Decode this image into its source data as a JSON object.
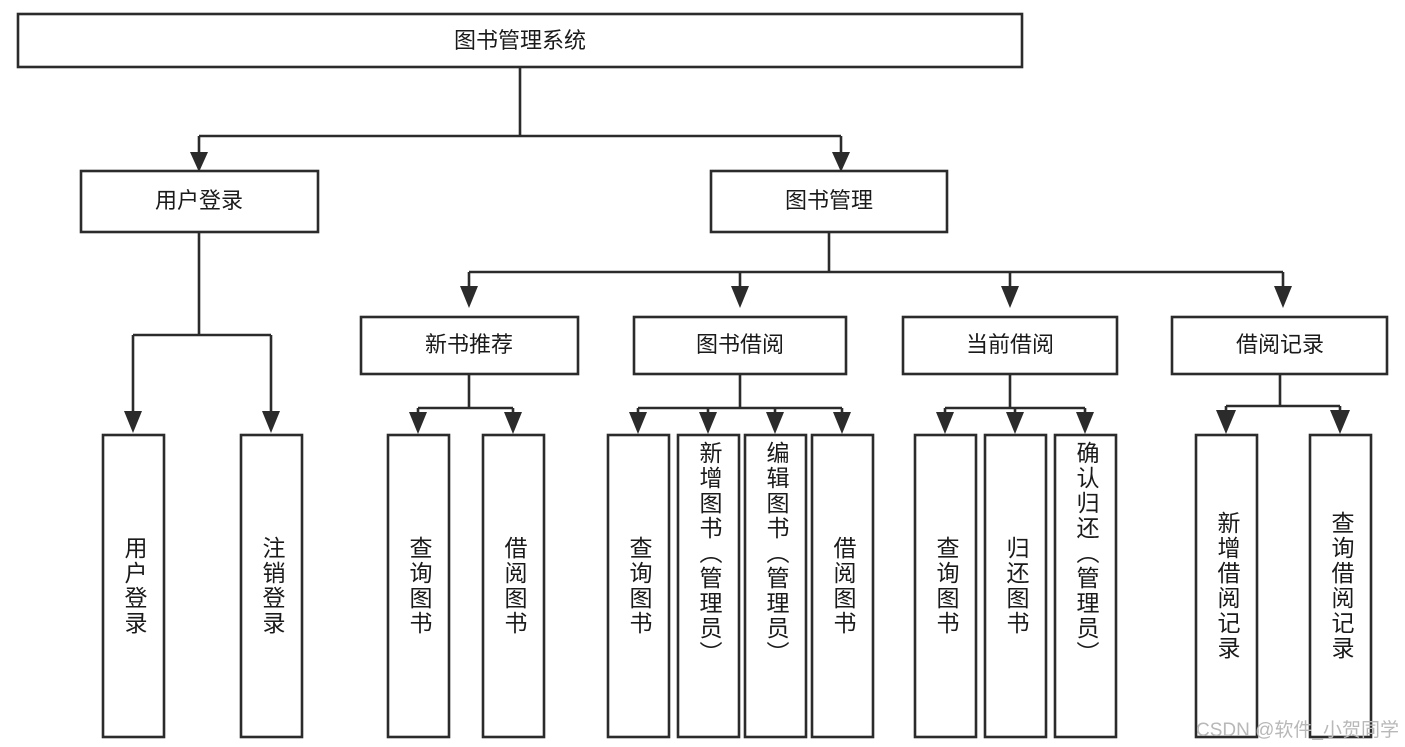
{
  "diagram": {
    "type": "tree-hierarchy-diagram",
    "title_node": {
      "label": "图书管理系统"
    },
    "level2": [
      {
        "id": "user-login",
        "label": "用户登录"
      },
      {
        "id": "book-management",
        "label": "图书管理"
      }
    ],
    "level3": [
      {
        "id": "new-book-recommend",
        "label": "新书推荐"
      },
      {
        "id": "book-borrow",
        "label": "图书借阅"
      },
      {
        "id": "current-borrow",
        "label": "当前借阅"
      },
      {
        "id": "borrow-record",
        "label": "借阅记录"
      }
    ],
    "leaves": [
      {
        "id": "leaf-user-login",
        "label": "用户登录",
        "parent": "user-login",
        "align": "center"
      },
      {
        "id": "leaf-logout-login",
        "label": "注销登录",
        "parent": "user-login",
        "align": "center"
      },
      {
        "id": "leaf-query-books-1",
        "label": "查询图书",
        "parent": "new-book-recommend",
        "align": "center"
      },
      {
        "id": "leaf-borrow-books-1",
        "label": "借阅图书",
        "parent": "new-book-recommend",
        "align": "center"
      },
      {
        "id": "leaf-query-books-2",
        "label": "查询图书",
        "parent": "book-borrow",
        "align": "center"
      },
      {
        "id": "leaf-add-book-admin",
        "label": "新增图书（管理员）",
        "parent": "book-borrow",
        "align": "top"
      },
      {
        "id": "leaf-edit-book-admin",
        "label": "编辑图书（管理员）",
        "parent": "book-borrow",
        "align": "top"
      },
      {
        "id": "leaf-borrow-books-2",
        "label": "借阅图书",
        "parent": "book-borrow",
        "align": "center"
      },
      {
        "id": "leaf-query-books-3",
        "label": "查询图书",
        "parent": "current-borrow",
        "align": "center"
      },
      {
        "id": "leaf-return-books",
        "label": "归还图书",
        "parent": "current-borrow",
        "align": "center"
      },
      {
        "id": "leaf-confirm-return-admin",
        "label": "确认归还（管理员）",
        "parent": "current-borrow",
        "align": "top"
      },
      {
        "id": "leaf-add-borrow-record",
        "label": "新增借阅记录",
        "parent": "borrow-record",
        "align": "center"
      },
      {
        "id": "leaf-query-borrow-record",
        "label": "查询借阅记录",
        "parent": "borrow-record",
        "align": "center"
      }
    ],
    "colors": {
      "box_stroke": "#2b2b2b",
      "box_fill": "#ffffff",
      "text": "#1a1a1a",
      "background": "#ffffff",
      "watermark": "#b8b8b8"
    }
  },
  "watermark": {
    "text": "CSDN @软件_小贺同学"
  }
}
